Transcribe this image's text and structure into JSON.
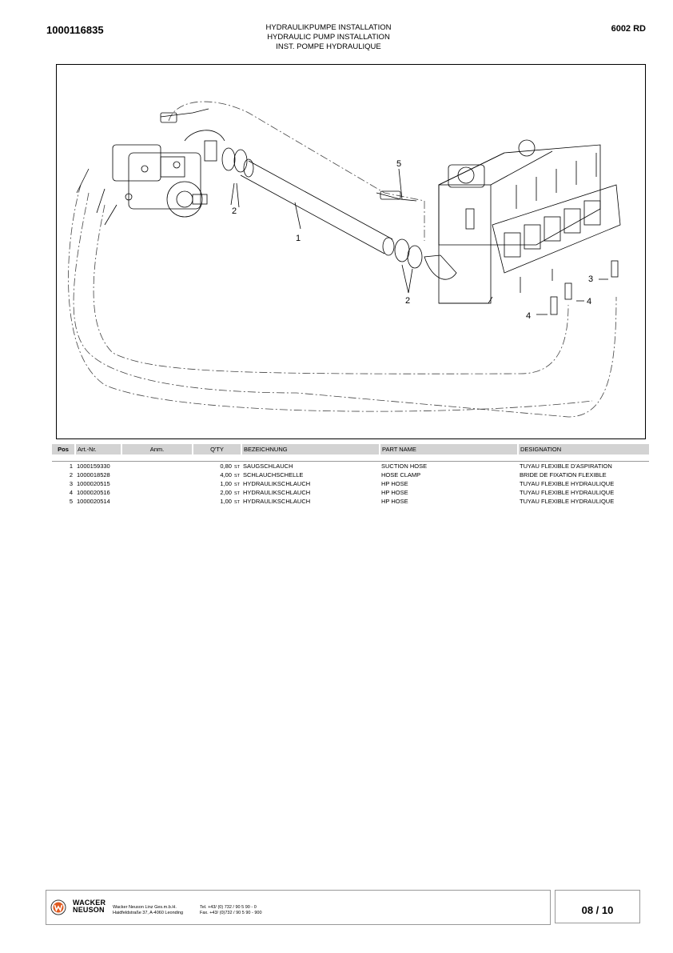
{
  "header": {
    "doc_number": "1000116835",
    "title_de": "HYDRAULIKPUMPE INSTALLATION",
    "title_en": "HYDRAULIC PUMP INSTALLATION",
    "title_fr": "INST. POMPE HYDRAULIQUE",
    "model": "6002 RD"
  },
  "figure": {
    "callouts": [
      "1",
      "2",
      "2",
      "3",
      "4",
      "4",
      "5"
    ]
  },
  "table": {
    "headers": {
      "pos": "Pos",
      "art": "Art.-Nr.",
      "anm": "Anm.",
      "qty": "Q'TY",
      "bez": "BEZEICHNUNG",
      "part": "PART NAME",
      "des": "DESIGNATION"
    },
    "rows": [
      {
        "pos": "1",
        "art": "1000159330",
        "anm": "",
        "qty": "0,80",
        "unit": "ST",
        "bez": "SAUGSCHLAUCH",
        "part": "SUCTION HOSE",
        "des": "TUYAU FLEXIBLE D'ASPIRATION"
      },
      {
        "pos": "2",
        "art": "1000018528",
        "anm": "",
        "qty": "4,00",
        "unit": "ST",
        "bez": "SCHLAUCHSCHELLE",
        "part": "HOSE CLAMP",
        "des": "BRIDE DE FIXATION FLEXIBLE"
      },
      {
        "pos": "3",
        "art": "1000020515",
        "anm": "",
        "qty": "1,00",
        "unit": "ST",
        "bez": "HYDRAULIKSCHLAUCH",
        "part": "HP HOSE",
        "des": "TUYAU FLEXIBLE HYDRAULIQUE"
      },
      {
        "pos": "4",
        "art": "1000020516",
        "anm": "",
        "qty": "2,00",
        "unit": "ST",
        "bez": "HYDRAULIKSCHLAUCH",
        "part": "HP HOSE",
        "des": "TUYAU FLEXIBLE HYDRAULIQUE"
      },
      {
        "pos": "5",
        "art": "1000020514",
        "anm": "",
        "qty": "1,00",
        "unit": "ST",
        "bez": "HYDRAULIKSCHLAUCH",
        "part": "HP HOSE",
        "des": "TUYAU FLEXIBLE HYDRAULIQUE"
      }
    ]
  },
  "footer": {
    "brand_line1": "WACKER",
    "brand_line2": "NEUSON",
    "company": "Wacker Neuson Linz  Ges.m.b.H.",
    "address": "Haidfeldstraße 37, A-4060 Leonding",
    "tel": "Tel. +43/ (0) 732 / 90 5 90 - 0",
    "fax": "Fax. +43/ (0)732 / 90 5 90 - 900",
    "page": "08 / 10"
  }
}
